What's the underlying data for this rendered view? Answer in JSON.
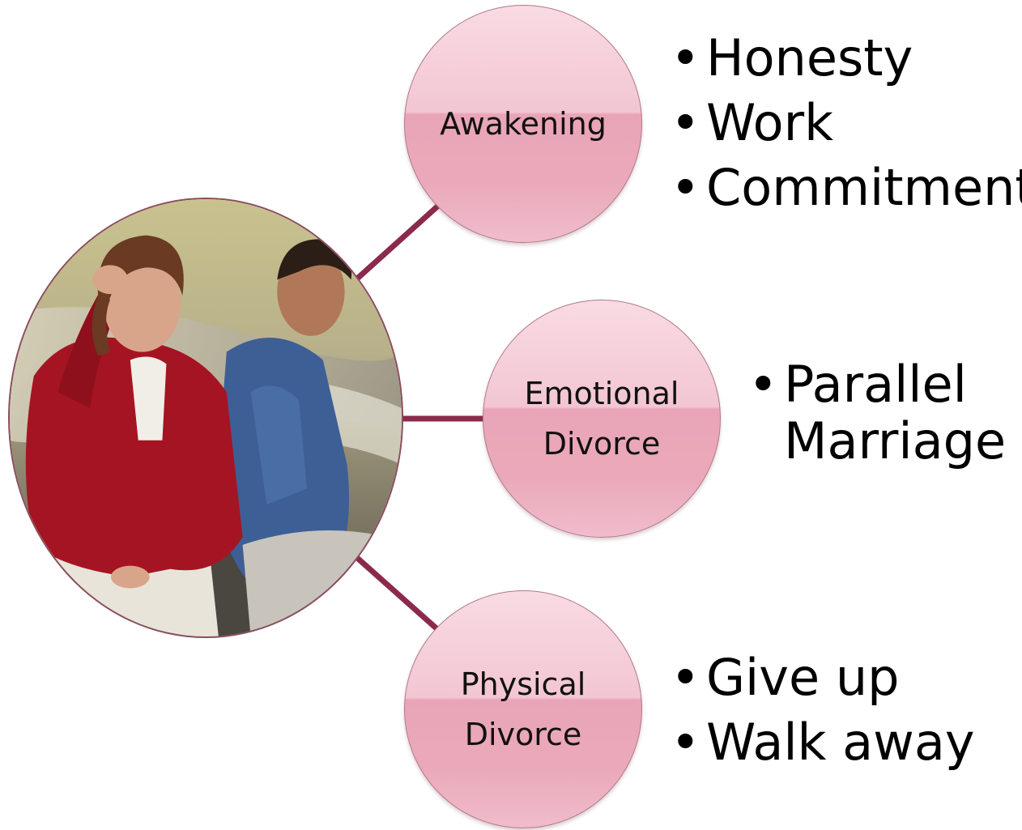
{
  "diagram": {
    "photo": {
      "icon": "couple-photo-icon",
      "description_hidden": ""
    },
    "nodes": [
      {
        "id": "awakening",
        "label_lines": [
          "Awakening"
        ],
        "bullets": [
          "Honesty",
          "Work",
          "Commitment"
        ]
      },
      {
        "id": "emotional",
        "label_lines": [
          "Emotional",
          "Divorce"
        ],
        "bullets": [
          "Parallel Marriage"
        ]
      },
      {
        "id": "physical",
        "label_lines": [
          "Physical",
          "Divorce"
        ],
        "bullets": [
          "Give up",
          "Walk away"
        ]
      }
    ],
    "colors": {
      "connector": "#8b2a4c",
      "node_top": "#f9dbe3",
      "node_bottom": "#e9a5b7",
      "node_border": "#b07a88"
    }
  }
}
